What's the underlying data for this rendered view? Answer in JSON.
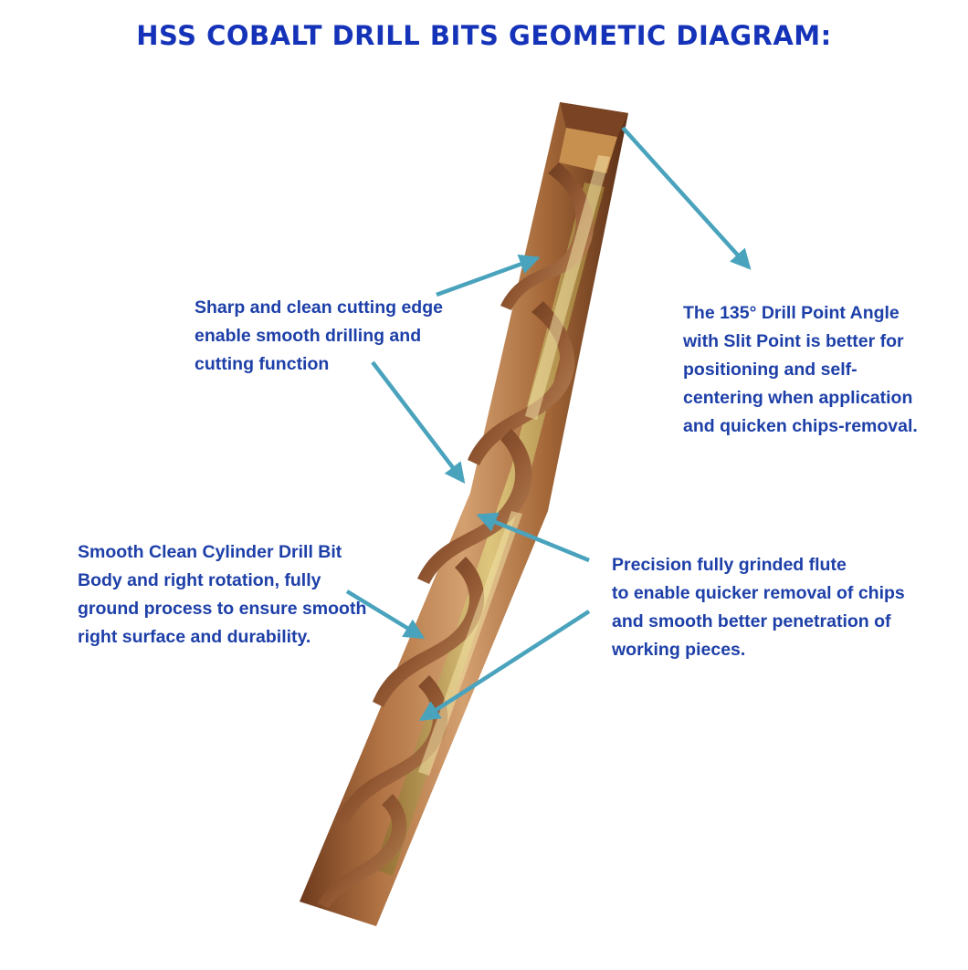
{
  "title": "HSS COBALT DRILL BITS GEOMETIC DIAGRAM:",
  "colors": {
    "title": "#1533b8",
    "callout_text": "#1d3fa8",
    "arrow": "#4aa3bd",
    "drill_copper": "#a8683c",
    "drill_gold": "#d8c06a",
    "drill_shadow": "#5a3018"
  },
  "callouts": {
    "cutting_edge": {
      "lines": [
        "Sharp and clean cutting edge",
        "enable smooth drilling and",
        "cutting function"
      ]
    },
    "point_angle": {
      "lines": [
        "The 135° Drill Point Angle",
        "with Slit Point is better for",
        "positioning and self-",
        "centering when application",
        "and quicken chips-removal."
      ]
    },
    "cylinder_body": {
      "lines": [
        "Smooth Clean Cylinder Drill Bit",
        "Body and right rotation, fully",
        "ground process to ensure smooth",
        "right surface and durability."
      ]
    },
    "flute": {
      "lines": [
        "Precision fully grinded flute",
        "to enable quicker removal of chips",
        "and smooth better penetration of",
        "working pieces."
      ]
    }
  }
}
